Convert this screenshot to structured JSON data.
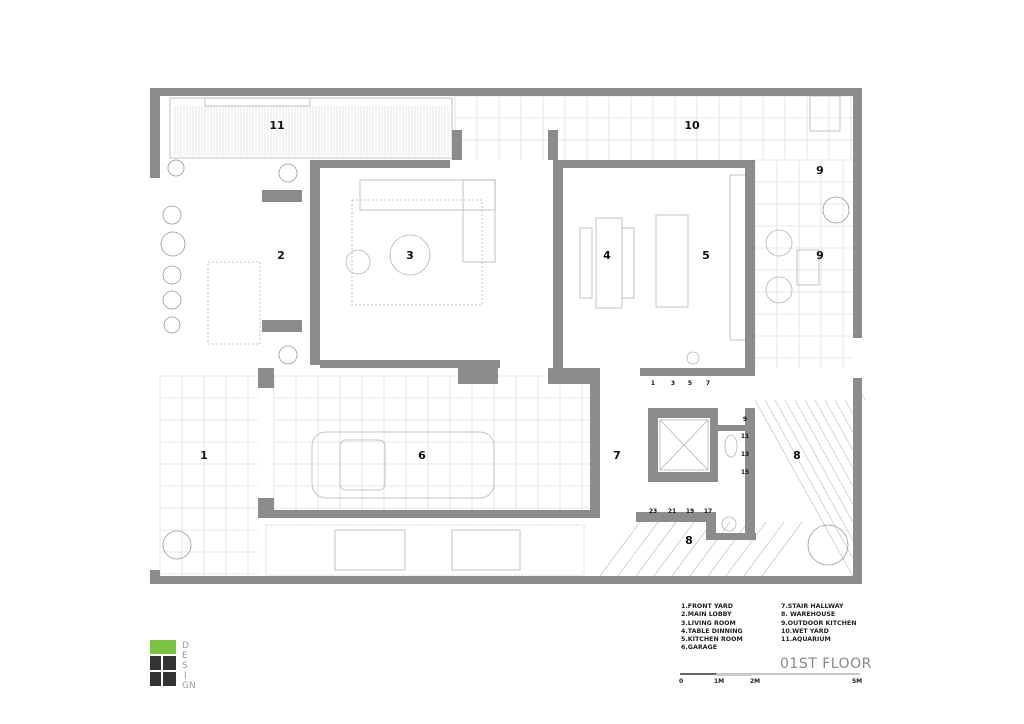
{
  "rooms": {
    "r11": "11",
    "r10": "10",
    "r9a": "9",
    "r9b": "9",
    "r2": "2",
    "r3": "3",
    "r4": "4",
    "r5": "5",
    "r1": "1",
    "r6": "6",
    "r7": "7",
    "r8a": "8",
    "r8b": "8"
  },
  "stairs": {
    "top": [
      "1",
      "3",
      "5",
      "7"
    ],
    "side": [
      "9",
      "11",
      "13",
      "15"
    ],
    "bottom": [
      "23",
      "21",
      "19",
      "17"
    ]
  },
  "legend": {
    "left": [
      "1.FRONT YARD",
      "2.MAIN LOBBY",
      "3.LIVING ROOM",
      "4.TABLE DINNING",
      "5.KITCHEN ROOM",
      "6.GARAGE"
    ],
    "right": [
      "7.STAIR HALLWAY",
      "8. WAREHOUSE",
      "9.OUTDOOR KITCHEN",
      "10.WET YARD",
      "11.AQUARIUM"
    ]
  },
  "title": "01ST FLOOR",
  "scale": [
    "0",
    "1M",
    "2M",
    "5M"
  ],
  "logo": {
    "text": "DESIGN",
    "green": "#7cc242",
    "dark": "#333333"
  },
  "colors": {
    "wall": "#8c8c8c",
    "line": "#bdbdbd"
  }
}
